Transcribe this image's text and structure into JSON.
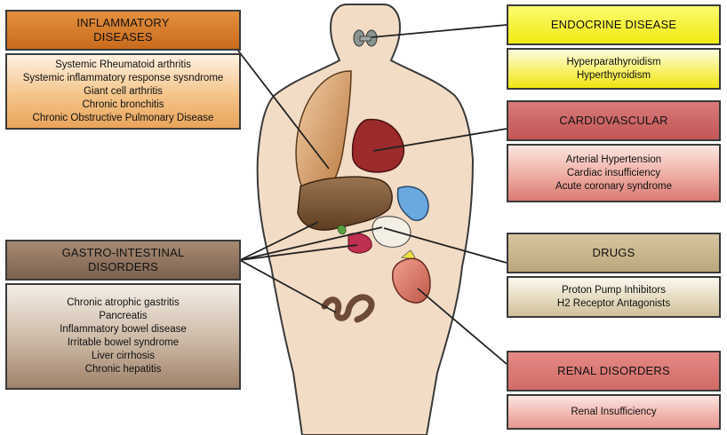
{
  "inflammatory": {
    "title_line1": "INFLAMMATORY",
    "title_line2": "DISEASES",
    "items": [
      "Systemic Rheumatoid arthritis",
      "Systemic inflammatory response sysndrome",
      "Giant cell arthritis",
      "Chronic bronchitis",
      "Chronic Obstructive Pulmonary Disease"
    ]
  },
  "endocrine": {
    "title": "ENDOCRINE DISEASE",
    "items": [
      "Hyperparathyroidism",
      "Hyperthyroidism"
    ]
  },
  "cardiovascular": {
    "title": "CARDIOVASCULAR",
    "items": [
      "Arterial Hypertension",
      "Cardiac insufficiency",
      "Acute coronary syndrome"
    ]
  },
  "gastro": {
    "title_line1": "GASTRO-INTESTINAL",
    "title_line2": "DISORDERS",
    "items": [
      "Chronic atrophic gastritis",
      "Pancreatis",
      "Inflammatory bowel disease",
      "Irritable bowel syndrome",
      "Liver cirrhosis",
      "Chronic hepatitis"
    ]
  },
  "drugs": {
    "title": "DRUGS",
    "items": [
      "Proton Pump Inhibitors",
      "H2 Receptor Antagonists"
    ]
  },
  "renal": {
    "title": "RENAL DISORDERS",
    "items": [
      "Renal Insufficiency"
    ]
  },
  "colors": {
    "skin": "#f2dcc6",
    "lung": "#c98a52",
    "heart": "#9c2a2a",
    "liver": "#7a5632",
    "spleen": "#6aa9e0",
    "kidney": "#d87060",
    "thyroid": "#8a9590",
    "intestine": "#6e4a38"
  }
}
